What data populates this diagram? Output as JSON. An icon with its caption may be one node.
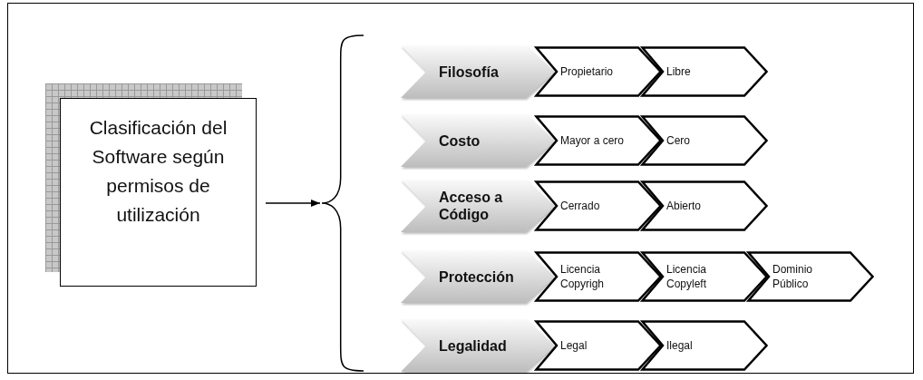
{
  "diagram": {
    "nodes": [
      {
        "text": [
          "Clasificación del Software según permisos de utilización"
        ]
      },
      {
        "text": [],
        "shape": "brace"
      },
      {
        "text": [
          "Filosofía"
        ]
      },
      {
        "text": [
          "Propietario"
        ]
      },
      {
        "text": [
          "Libre"
        ]
      },
      {
        "text": [
          "Costo"
        ]
      },
      {
        "text": [
          "Mayor a cero"
        ]
      },
      {
        "text": [
          "Cero"
        ]
      },
      {
        "text": [
          "Acceso a Código"
        ]
      },
      {
        "text": [
          "Cerrado"
        ]
      },
      {
        "text": [
          "Abierto"
        ]
      },
      {
        "text": [
          "Protección"
        ]
      },
      {
        "text": [
          "Licencia Copyrigh"
        ]
      },
      {
        "text": [
          "Licencia Copyleft"
        ]
      },
      {
        "text": [
          "Dominio Público"
        ]
      },
      {
        "text": [
          "Legalidad"
        ]
      },
      {
        "text": [
          "Legal"
        ]
      },
      {
        "text": [
          "Ilegal"
        ]
      }
    ],
    "edges": [
      {
        "from": 0,
        "to": 1,
        "arrow": "to"
      }
    ]
  }
}
